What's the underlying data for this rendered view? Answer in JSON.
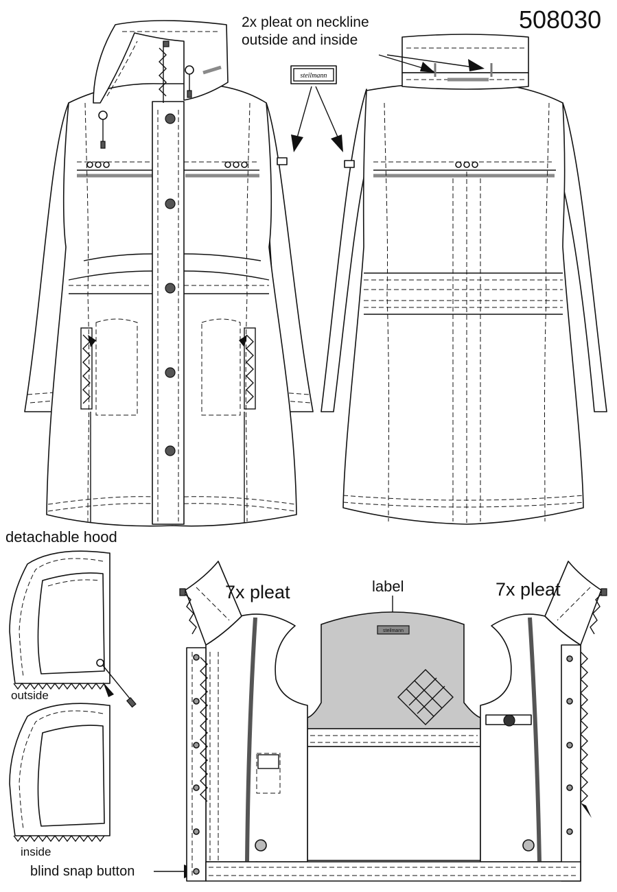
{
  "sheet": {
    "style_number": "508030",
    "brand": "steilmann"
  },
  "annotations": {
    "neckline_pleat": [
      "2x pleat on neckline",
      "outside and inside"
    ],
    "detachable_hood": "detachable hood",
    "hood_outside": "outside",
    "hood_inside": "inside",
    "pleat_left": "7x pleat",
    "pleat_right": "7x pleat",
    "label": "label",
    "blind_snap_button": "blind snap button"
  }
}
